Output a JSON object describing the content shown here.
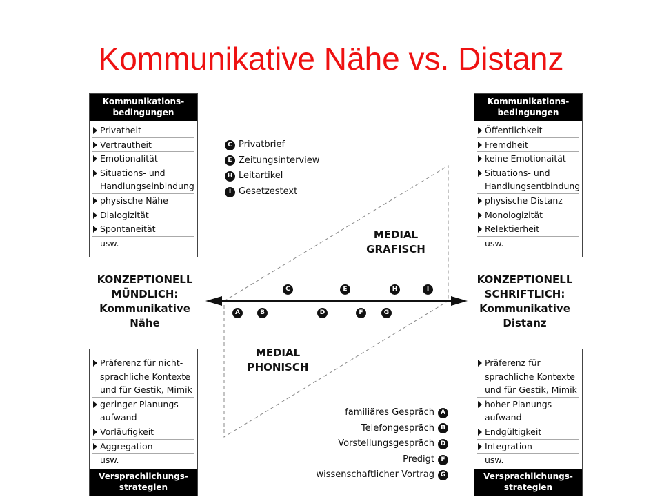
{
  "title": "Kommunikative Nähe vs. Distanz",
  "boxes": {
    "top_left": {
      "header": [
        "Kommunikations-",
        "bedingungen"
      ],
      "items": [
        "Privatheit",
        "Vertrautheit",
        "Emotionalität",
        "Situations- und Handlungseinbindung",
        "physische Nähe",
        "Dialogizität",
        "Spontaneität"
      ],
      "footer": "usw."
    },
    "top_right": {
      "header": [
        "Kommunikations-",
        "bedingungen"
      ],
      "items": [
        "Öffentlichkeit",
        "Fremdheit",
        "keine Emotionaität",
        "Situations- und Handlungsentbindung",
        "physische Distanz",
        "Monologizität",
        "Relektierheit"
      ],
      "footer": "usw."
    },
    "bottom_left": {
      "items": [
        "Präferenz für nicht-sprachliche Kontexte und für Gestik, Mimik",
        "geringer Planungs-aufwand",
        "Vorläufigkeit",
        "Aggregation"
      ],
      "footer": "usw.",
      "header": [
        "Versprachlichungs-",
        "strategien"
      ]
    },
    "bottom_right": {
      "items": [
        "Präferenz für sprachliche Kontexte und für Gestik, Mimik",
        "hoher Planungs-aufwand",
        "Endgültigkeit",
        "Integration"
      ],
      "footer": "usw.",
      "header": [
        "Versprachlichungs-",
        "strategien"
      ]
    }
  },
  "konzeptionell": {
    "left": [
      "KONZEPTIONELL",
      "MÜNDLICH:",
      "Kommunikative",
      "Nähe"
    ],
    "right": [
      "KONZEPTIONELL",
      "SCHRIFTLICH:",
      "Kommunikative",
      "Distanz"
    ]
  },
  "medial": {
    "grafisch": [
      "MEDIAL",
      "GRAFISCH"
    ],
    "phonisch": [
      "MEDIAL",
      "PHONISCH"
    ]
  },
  "legend_top": [
    {
      "letter": "C",
      "label": "Privatbrief"
    },
    {
      "letter": "E",
      "label": "Zeitungsinterview"
    },
    {
      "letter": "H",
      "label": "Leitartikel"
    },
    {
      "letter": "I",
      "label": "Gesetzestext"
    }
  ],
  "legend_bottom": [
    {
      "letter": "A",
      "label": "familiäres Gespräch"
    },
    {
      "letter": "B",
      "label": "Telefongespräch"
    },
    {
      "letter": "D",
      "label": "Vorstellungsgespräch"
    },
    {
      "letter": "F",
      "label": "Predigt"
    },
    {
      "letter": "G",
      "label": "wissenschaftlicher Vortrag"
    }
  ],
  "axis_points": {
    "above": [
      "C",
      "E",
      "H",
      "I"
    ],
    "below": [
      "A",
      "B",
      "D",
      "F",
      "G"
    ]
  }
}
